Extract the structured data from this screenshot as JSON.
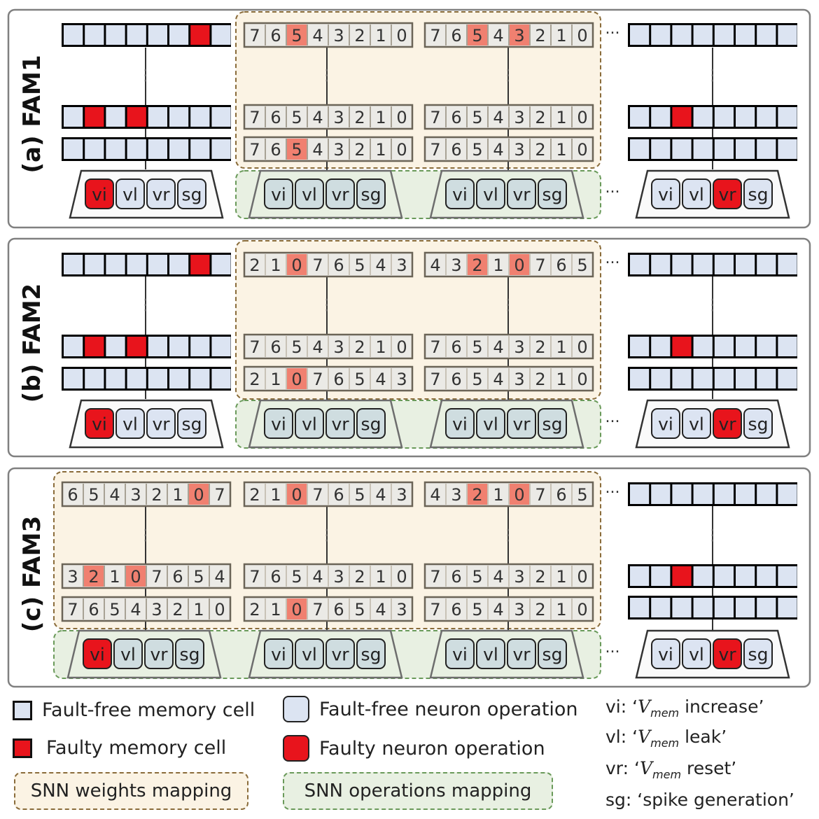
{
  "panels": [
    {
      "label": "(a) FAM1"
    },
    {
      "label": "(b) FAM2"
    },
    {
      "label": "(c) FAM3"
    }
  ],
  "ops": [
    "vi",
    "vl",
    "vr",
    "sg"
  ],
  "ellipsis": "···",
  "vdots": "⋮",
  "colors": {
    "cell_ok": "#dce4f2",
    "cell_fault": "#e8141c",
    "weight_fault": "#f08070",
    "weight_bg": "#ebeae6",
    "weights_region": "#fbf3e4",
    "weights_region_border": "#8a6c3a",
    "ops_region": "#e8f0e2",
    "ops_region_border": "#6a9a5a",
    "op_mapped": "#cfdde0"
  },
  "weights": {
    "a_c1_top": {
      "digits": "76543210",
      "faults": [
        2
      ]
    },
    "a_c1_mid": {
      "digits": "76543210",
      "faults": []
    },
    "a_c1_bot": {
      "digits": "76543210",
      "faults": [
        2
      ]
    },
    "a_c2_top": {
      "digits": "76543210",
      "faults": [
        2,
        4
      ]
    },
    "a_c2_mid": {
      "digits": "76543210",
      "faults": []
    },
    "a_c2_bot": {
      "digits": "76543210",
      "faults": []
    },
    "b_c1_top": {
      "digits": "21076543",
      "faults": [
        2
      ]
    },
    "b_c1_mid": {
      "digits": "76543210",
      "faults": []
    },
    "b_c1_bot": {
      "digits": "21076543",
      "faults": [
        2
      ]
    },
    "b_c2_top": {
      "digits": "43210765",
      "faults": [
        2,
        4
      ]
    },
    "b_c2_mid": {
      "digits": "76543210",
      "faults": []
    },
    "b_c2_bot": {
      "digits": "76543210",
      "faults": []
    },
    "c_c0_top": {
      "digits": "65432107",
      "faults": [
        6
      ]
    },
    "c_c0_mid": {
      "digits": "32107654",
      "faults": [
        1,
        3
      ]
    },
    "c_c0_bot": {
      "digits": "76543210",
      "faults": []
    },
    "c_c1_top": {
      "digits": "21076543",
      "faults": [
        2
      ]
    },
    "c_c1_mid": {
      "digits": "76543210",
      "faults": []
    },
    "c_c1_bot": {
      "digits": "21076543",
      "faults": [
        2
      ]
    },
    "c_c2_top": {
      "digits": "43210765",
      "faults": [
        2,
        4
      ]
    },
    "c_c2_mid": {
      "digits": "76543210",
      "faults": []
    },
    "c_c2_bot": {
      "digits": "76543210",
      "faults": []
    }
  },
  "legend": {
    "fault_free_cell": "Fault-free memory cell",
    "faulty_cell": "Faulty memory cell",
    "fault_free_op": "Fault-free neuron operation",
    "faulty_op": "Faulty neuron operation",
    "weights_mapping": "SNN weights mapping",
    "ops_mapping": "SNN operations mapping",
    "vi_prefix": "vi: ‘",
    "vl_prefix": "vl: ‘",
    "vr_prefix": "vr: ‘",
    "v_symbol": "V",
    "v_subscript": "mem",
    "vi_suffix": " increase’",
    "vl_suffix": " leak’",
    "vr_suffix": " reset’",
    "sg_text": "sg: ‘spike generation’"
  }
}
